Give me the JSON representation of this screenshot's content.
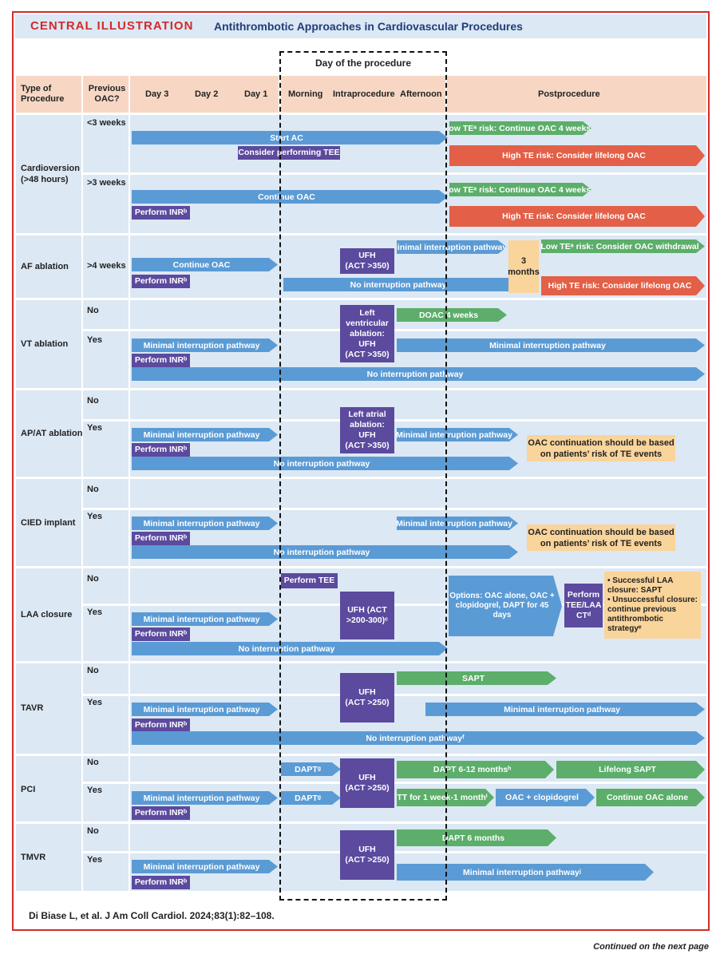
{
  "title": {
    "label": "CENTRAL ILLUSTRATION",
    "text": "Antithrombotic Approaches in Cardiovascular Procedures"
  },
  "day_of_procedure": "Day of the procedure",
  "headers": {
    "type": "Type of Procedure",
    "prev": "Previous OAC?",
    "day3": "Day 3",
    "day2": "Day 2",
    "day1": "Day 1",
    "morning": "Morning",
    "intra": "Intraprocedure",
    "afternoon": "Afternoon",
    "post": "Postprocedure"
  },
  "procedures": {
    "cardioversion": "Cardioversion (>48 hours)",
    "af": "AF ablation",
    "vt": "VT ablation",
    "ap": "AP/AT ablation",
    "cied": "CIED implant",
    "laa": "LAA closure",
    "tavr": "TAVR",
    "pci": "PCI",
    "tmvr": "TMVR"
  },
  "prev": {
    "lt3": "<3 weeks",
    "gt3": ">3 weeks",
    "gt4": ">4 weeks",
    "no": "No",
    "yes": "Yes"
  },
  "labels": {
    "start_ac": "Start AC",
    "consider_tee": "Consider performing TEE",
    "low_te_4w": "Low TEᵃ risk: Continue OAC 4 weeks",
    "high_te": "High TE risk: Consider lifelong OAC",
    "continue_oac": "Continue OAC",
    "perform_inr": "Perform INRᵇ",
    "ufh_350": "UFH\n(ACT >350)",
    "min_pathway": "Minimal interruption pathway",
    "no_pathway": "No interruption pathway",
    "three_months": "3\nmonths",
    "low_te_withdraw": "Low TEᵃ risk: Consider OAC withdrawal",
    "lv_ablation": "Left\nventricular\nablation:\nUFH\n(ACT >350)",
    "doac_4w": "DOAC 4 weeks",
    "la_ablation": "Left atrial\nablation:\nUFH\n(ACT >350)",
    "oac_based": "OAC continuation should be based\non patients’  risk of TE events",
    "perform_tee": "Perform TEE",
    "ufh_laa": "UFH (ACT\n>200-300)ᶜ",
    "laa_options": "Options: OAC alone, OAC +\nclopidogrel, DAPT for 45 days",
    "perform_tee_laa": "Perform\nTEE/LAA\nCTᵈ",
    "laa_note": "• Successful LAA\n  closure: SAPT\n• Unsuccessful closure:\n  continue previous\n  antithrombotic\n  strategyᵉ",
    "ufh_250": "UFH\n(ACT >250)",
    "sapt": "SAPT",
    "no_pathway_f": "No interruption pathwayᶠ",
    "dapt_g": "DAPTᵍ",
    "dapt_6_12": "DAPT 6-12 monthsʰ",
    "lifelong_sapt": "Lifelong SAPT",
    "tt_1w": "TT for 1 week-1 monthⁱ",
    "oac_clop": "OAC + clopidogrel",
    "continue_oac_alone": "Continue OAC alone",
    "dapt_6": "DAPT 6 months",
    "min_pathway_j": "Minimal interruption pathwayʲ"
  },
  "citation": "Di Biase L, et al. J Am Coll Cardiol. 2024;83(1):82–108.",
  "continued": "Continued on the next page",
  "colors": {
    "accent": "#d42a2a",
    "navy": "#1f3d7a",
    "blue": "#5b9bd5",
    "green": "#5cae6a",
    "red": "#e35f47",
    "purple": "#5b4a9e",
    "note": "#f9d49b",
    "header": "#f7d7c4",
    "row": "#dce8f4"
  }
}
